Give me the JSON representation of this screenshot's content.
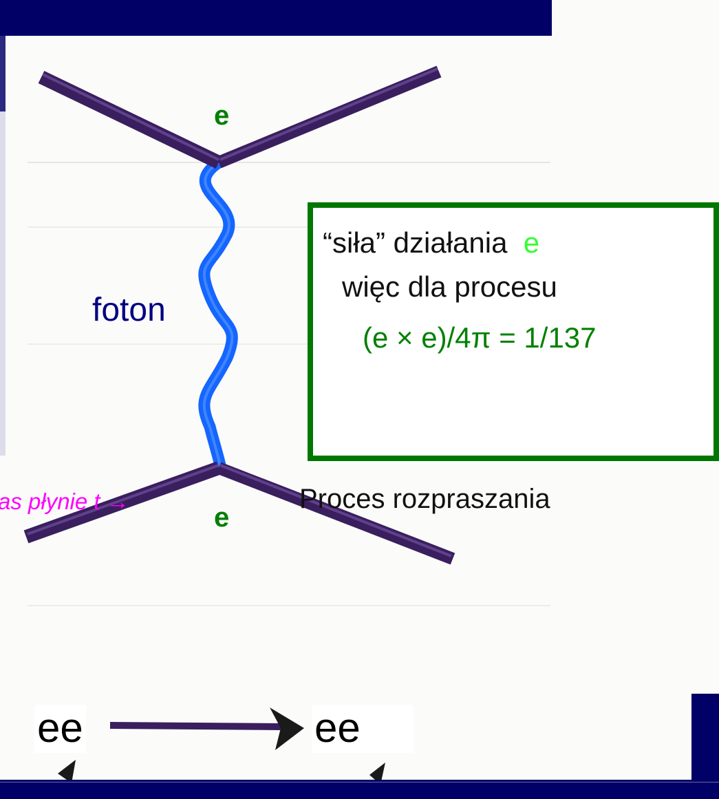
{
  "diagram": {
    "vertex_top_label": "e",
    "vertex_bottom_label": "e",
    "photon_label": "foton"
  },
  "info_box": {
    "line1_text": "“siła” działania",
    "line1_accent": "e",
    "line2": "więc dla procesu",
    "line3": "(e × e)/4π = 1/137"
  },
  "timeline": {
    "time_label": "as płynie t →",
    "process_label": "Proces rozpraszania",
    "initial_state": "ee",
    "final_state": "ee"
  },
  "colors": {
    "background": "#000066",
    "electron_line": "#3a1f5e",
    "photon_line": "#1565ff",
    "box_border": "#007700",
    "vertex_label": "#008000",
    "photon_label": "#000080",
    "time_label": "#ff00ff",
    "accent": "#33ff33"
  }
}
